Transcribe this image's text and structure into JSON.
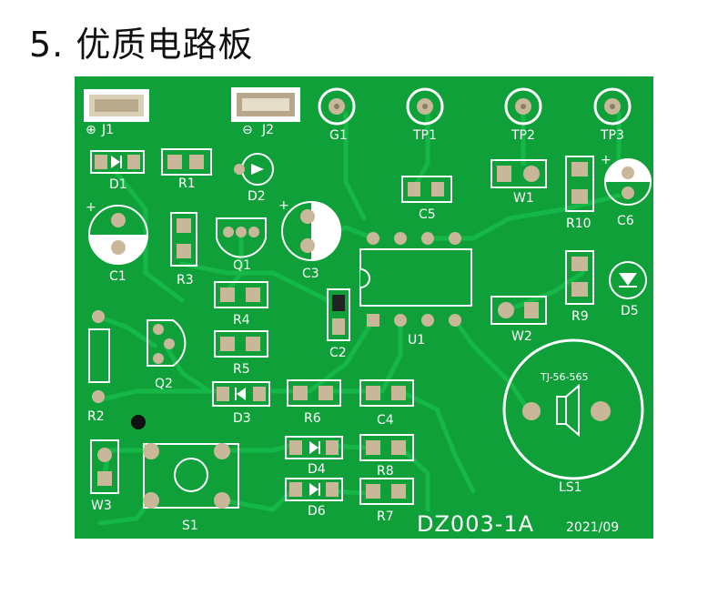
{
  "heading": "5. 优质电路板",
  "board": {
    "model": "DZ003-1A",
    "date": "2021/09",
    "speaker_label": "TJ-56-565",
    "colors": {
      "board": "#0fa03a",
      "trace": "#13b544",
      "silk": "#ffffff",
      "pad": "#c9b79a"
    }
  },
  "labels": {
    "J1": "J1",
    "J2": "J2",
    "G1": "G1",
    "TP1": "TP1",
    "TP2": "TP2",
    "TP3": "TP3",
    "D1": "D1",
    "R1": "R1",
    "D2": "D2",
    "C5": "C5",
    "W1": "W1",
    "R10": "R10",
    "C6": "C6",
    "C1": "C1",
    "R3": "R3",
    "Q1": "Q1",
    "C3": "C3",
    "U1": "U1",
    "R9": "R9",
    "D5": "D5",
    "R4": "R4",
    "R5": "R5",
    "C2": "C2",
    "W2": "W2",
    "Q2": "Q2",
    "R2": "R2",
    "D3": "D3",
    "R6": "R6",
    "C4": "C4",
    "LS1": "LS1",
    "D4": "D4",
    "R8": "R8",
    "W3": "W3",
    "S1": "S1",
    "D6": "D6",
    "R7": "R7"
  },
  "polarity": {
    "plus": "+",
    "minus": "−"
  }
}
